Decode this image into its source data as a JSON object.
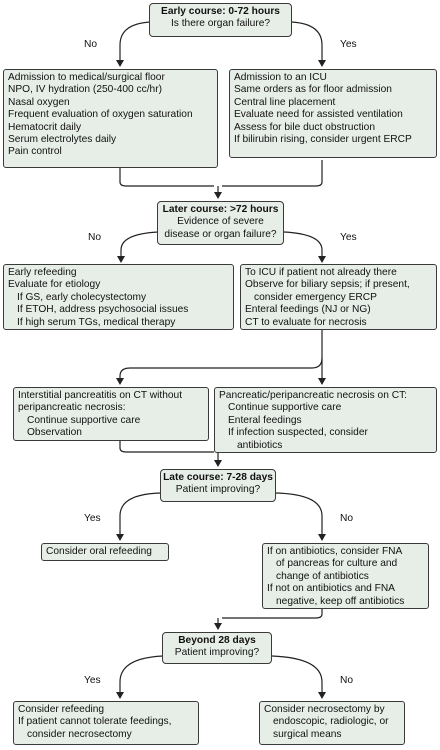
{
  "stage1": {
    "title": "Early course: 0-72 hours",
    "question": "Is there organ failure?",
    "no_label": "No",
    "yes_label": "Yes",
    "no_box": [
      "Admission to medical/surgical floor",
      "NPO, IV hydration (250-400 cc/hr)",
      "Nasal oxygen",
      "Frequent evaluation of oxygen saturation",
      "Hematocrit daily",
      "Serum electrolytes daily",
      "Pain control"
    ],
    "yes_box": [
      "Admission to an ICU",
      "Same orders as for floor admission",
      "Central line placement",
      "Evaluate need for assisted ventilation",
      "Assess for bile duct obstruction",
      "If bilirubin rising, consider urgent ERCP"
    ]
  },
  "stage2": {
    "title": "Later course: >72 hours",
    "question_line1": "Evidence of severe",
    "question_line2": "disease or organ failure?",
    "no_label": "No",
    "yes_label": "Yes",
    "no_box": [
      "Early refeeding",
      "Evaluate for etiology",
      "If GS, early cholecystectomy",
      "If ETOH, address psychosocial issues",
      "If high serum TGs, medical therapy"
    ],
    "yes_box": [
      "To ICU if patient not already there",
      "Observe for biliary sepsis; if present,",
      "consider emergency ERCP",
      "Enteral feedings (NJ or NG)",
      "CT to evaluate for necrosis"
    ],
    "left_ct_box": [
      "Interstitial pancreatitis on CT without",
      "peripancreatic necrosis:",
      "Continue supportive care",
      "Observation"
    ],
    "right_ct_box": [
      "Pancreatic/peripancreatic necrosis on CT:",
      "Continue supportive care",
      "Enteral feedings",
      "If infection suspected, consider",
      "antibiotics"
    ]
  },
  "stage3": {
    "title": "Late course: 7-28 days",
    "question": "Patient improving?",
    "yes_label": "Yes",
    "no_label": "No",
    "yes_box": [
      "Consider oral refeeding"
    ],
    "no_box": [
      "If on antibiotics, consider FNA",
      "of pancreas for culture and",
      "change of antibiotics",
      "If not on antibiotics and FNA",
      "negative, keep off antibiotics"
    ]
  },
  "stage4": {
    "title": "Beyond 28 days",
    "question": "Patient improving?",
    "yes_label": "Yes",
    "no_label": "No",
    "yes_box": [
      "Consider refeeding",
      "If patient cannot tolerate feedings,",
      "consider necrosectomy"
    ],
    "no_box": [
      "Consider necrosectomy by",
      "endoscopic, radiologic, or",
      "surgical means"
    ]
  }
}
